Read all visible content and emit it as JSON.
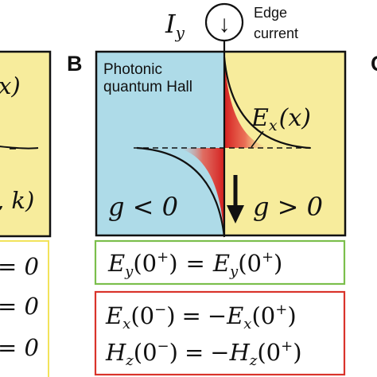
{
  "panel_label": "B",
  "edge_current": {
    "symbol": "I",
    "subscript": "y",
    "label_line1": "Edge",
    "label_line2": "current",
    "arrow": "↓"
  },
  "region_left": {
    "label_line1": "Photonic",
    "label_line2": "quantum Hall",
    "condition": "g < 0",
    "color": "#aedbe8"
  },
  "region_right": {
    "field_label": "E",
    "field_sub": "x",
    "field_arg": "(x)",
    "condition": "g > 0",
    "color": "#f7ec9c"
  },
  "left_partial_panel": {
    "fragment_top": "x)",
    "fragment_bottom": ", k)",
    "equation_rhs": [
      "= 0",
      "= 0",
      "= 0"
    ]
  },
  "green_box": {
    "lhs": "E",
    "lhs_sub": "y",
    "lhs_arg": "(0",
    "lhs_sup": "+",
    "rhs": "E",
    "rhs_sub": "y",
    "rhs_arg": "(0",
    "rhs_sup": "+",
    "color": "#7bbf4c"
  },
  "red_box": {
    "eq1": {
      "lhs": "E",
      "lhs_sub": "x",
      "lhs_arg": "(0",
      "lhs_sup": "−",
      "rhs": "−E",
      "rhs_sub": "x",
      "rhs_arg": "(0",
      "rhs_sup": "+"
    },
    "eq2": {
      "lhs": "H",
      "lhs_sub": "z",
      "lhs_arg": "(0",
      "lhs_sup": "−",
      "rhs": "−H",
      "rhs_sub": "z",
      "rhs_arg": "(0",
      "rhs_sup": "+"
    },
    "color": "#d9342b"
  },
  "partial_right_label": "C",
  "colors": {
    "field_red": "#d41f1f",
    "left_box_border": "#f2e35a"
  }
}
